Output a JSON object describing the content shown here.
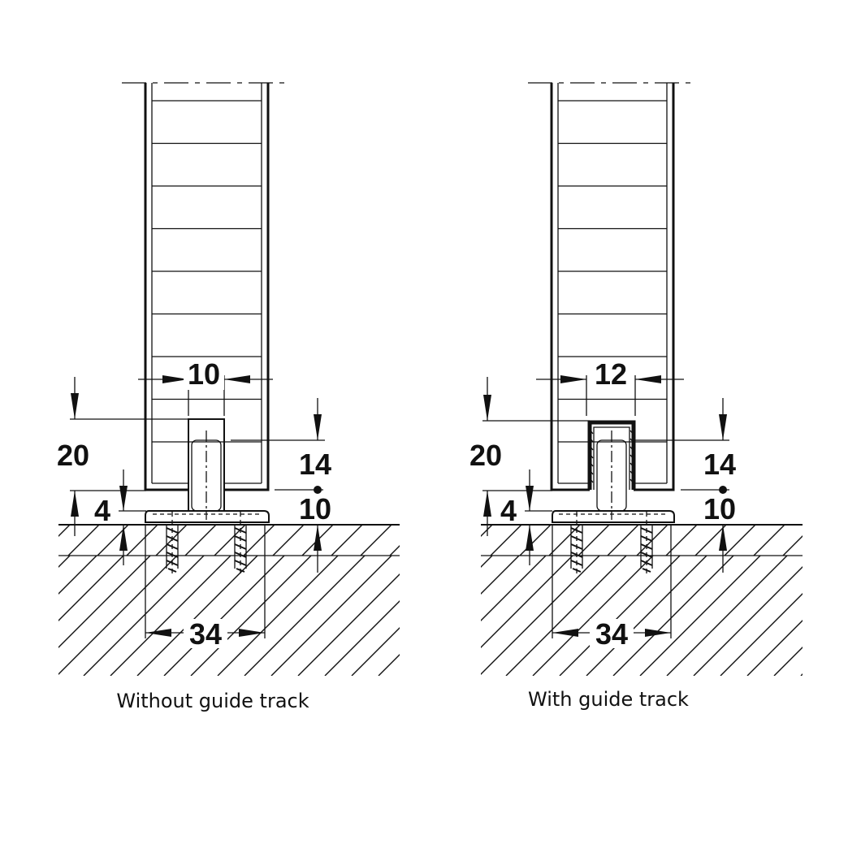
{
  "panels": [
    {
      "caption": "Without guide track",
      "dims": {
        "gap": "10",
        "height": "20",
        "offset": "4",
        "drop": "14",
        "rise": "10",
        "base": "34"
      },
      "guide_track": false
    },
    {
      "caption": "With guide track",
      "dims": {
        "gap": "12",
        "height": "20",
        "offset": "4",
        "drop": "14",
        "rise": "10",
        "base": "34"
      },
      "guide_track": true
    }
  ]
}
